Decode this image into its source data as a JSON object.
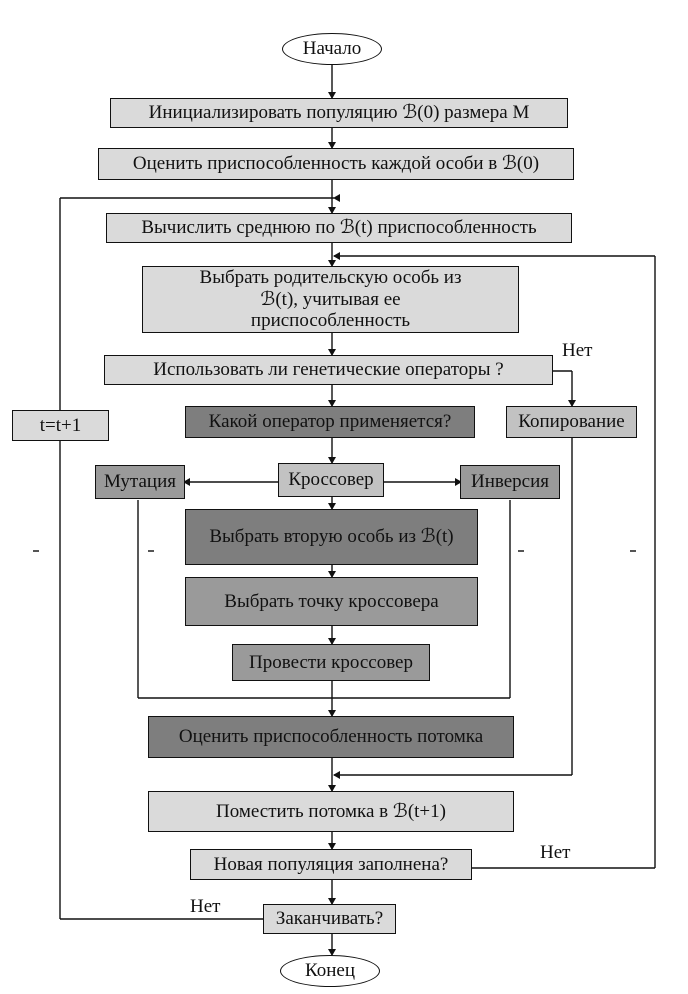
{
  "flowchart": {
    "start": "Начало",
    "init": "Инициализировать популяцию ℬ(0) размера M",
    "evaluate_initial": "Оценить приспособленность каждой особи в ℬ(0)",
    "average_fitness": "Вычислить среднюю по ℬ(t) приспособленность",
    "select_parent": "Выбрать родительскую особь из ℬ(t), учитывая ее приспособленность",
    "use_genetic_ops": "Использовать ли генетические операторы ?",
    "which_operator": "Какой оператор применяется?",
    "copying": "Копирование",
    "increment": "t=t+1",
    "mutation": "Мутация",
    "crossover": "Кроссовер",
    "inversion": "Инверсия",
    "select_second": "Выбрать вторую особь из ℬ(t)",
    "select_point": "Выбрать точку кроссовера",
    "do_crossover": "Провести кроссовер",
    "evaluate_offspring": "Оценить приспособленность потомка",
    "place_offspring": "Поместить потомка в ℬ(t+1)",
    "population_full": "Новая популяция заполнена?",
    "finish": "Заканчивать?",
    "end": "Конец",
    "label_no_1": "Нет",
    "label_no_2": "Нет",
    "label_no_3": "Нет"
  }
}
